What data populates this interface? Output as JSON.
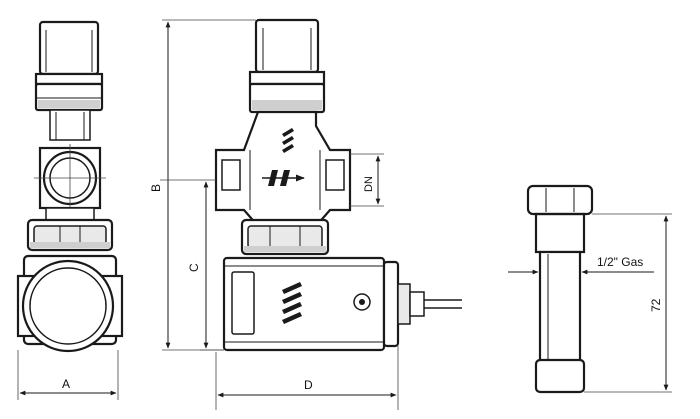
{
  "labels": {
    "dim_a": "A",
    "dim_b": "B",
    "dim_c": "C",
    "dim_d": "D",
    "dim_dn": "DN",
    "dim_72": "72",
    "thread": "1/2\" Gas"
  }
}
